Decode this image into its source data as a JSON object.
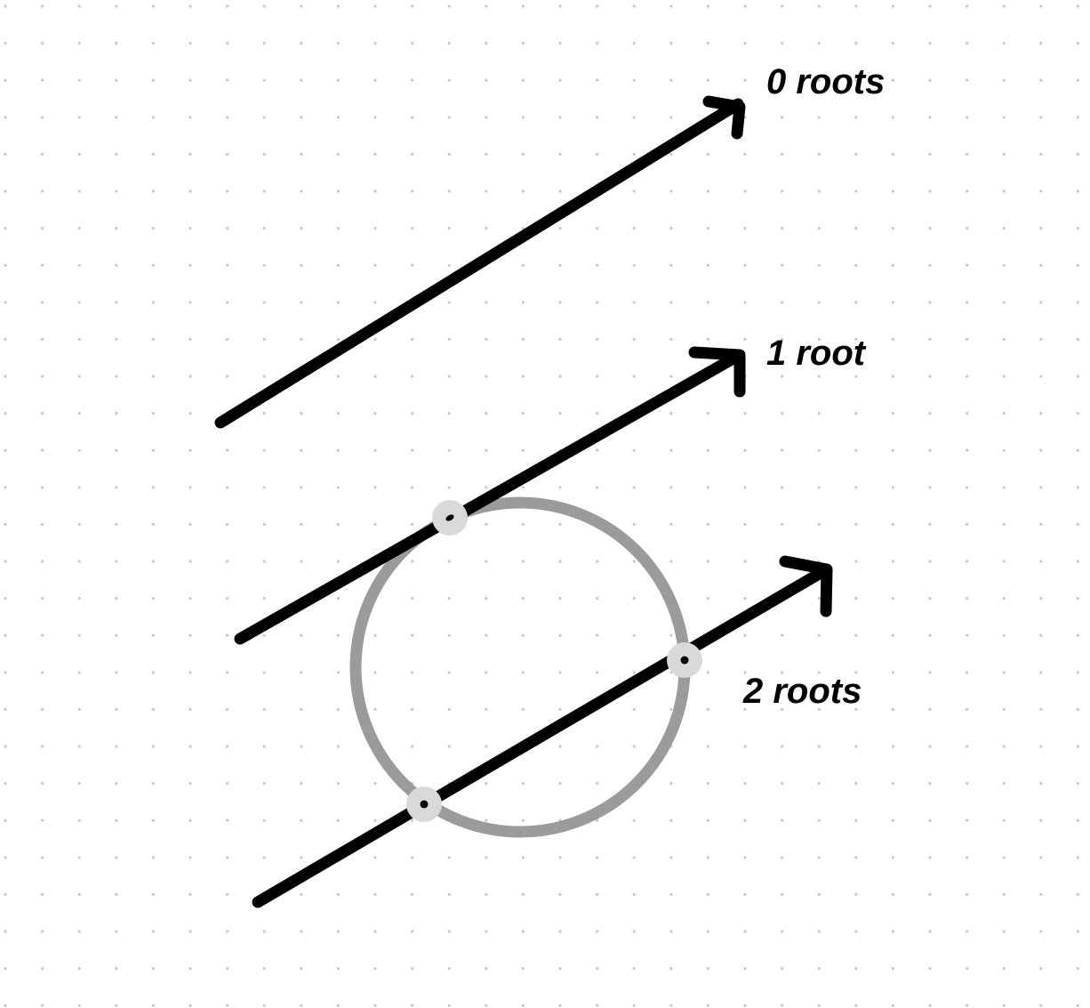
{
  "canvas": {
    "background": "#ffffff",
    "grid_dot_color": "#c8c8c8",
    "grid": true
  },
  "colors": {
    "line": "#000000",
    "circle": "#9b9b9b",
    "root_marker_ring": "#d9d9d9",
    "root_marker_dot": "#000000"
  },
  "labels": {
    "zero_roots": "0 roots",
    "one_root": "1 root",
    "two_roots": "2 roots"
  },
  "icons": {
    "arrowhead": "arrowhead-icon"
  }
}
